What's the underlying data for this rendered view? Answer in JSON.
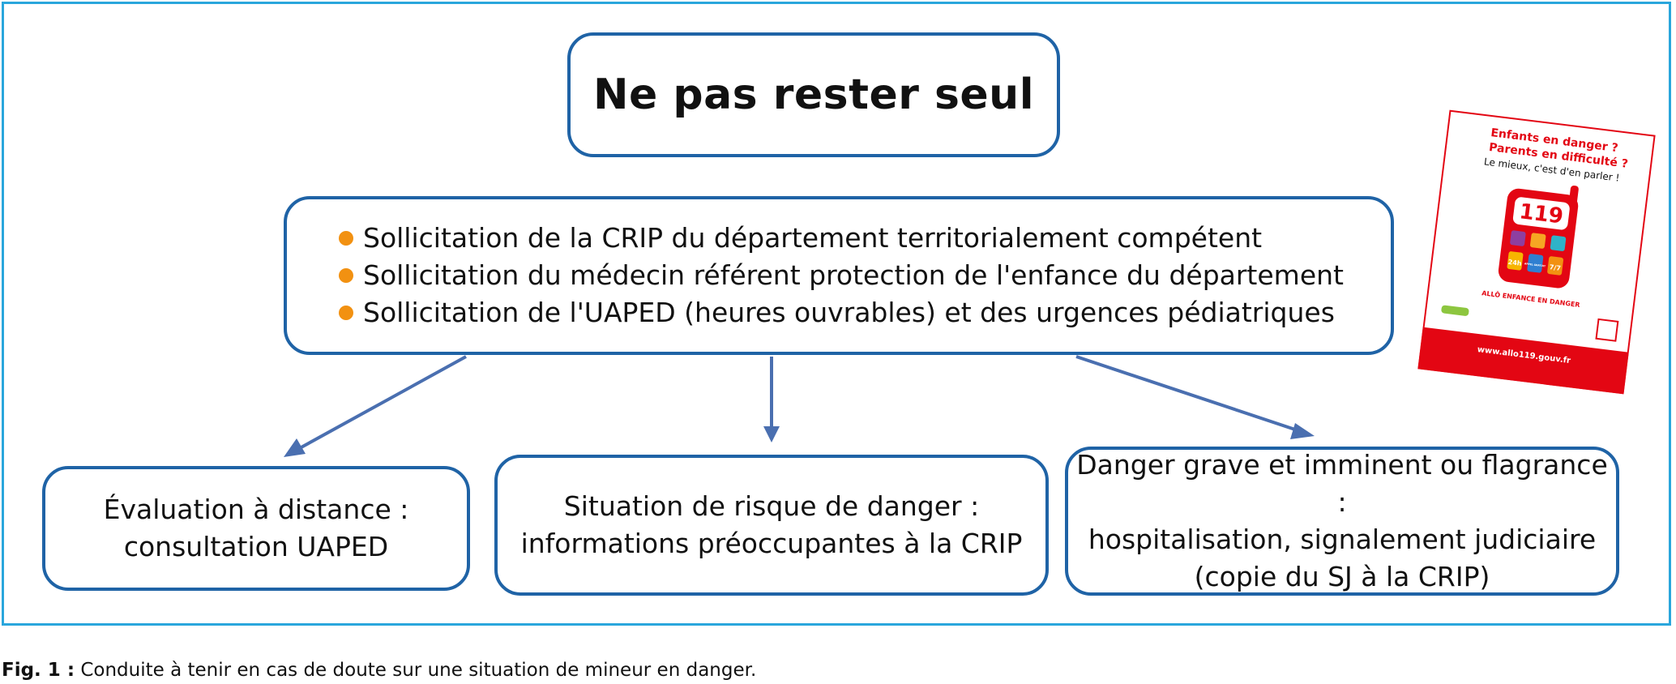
{
  "title": "Ne pas rester seul",
  "bullets": [
    "Sollicitation de la CRIP du département territorialement compétent",
    "Sollicitation du médecin référent protection de l'enfance du département",
    "Sollicitation de l'UAPED (heures ouvrables) et des urgences pédiatriques"
  ],
  "outcomes": {
    "left": "Évaluation à distance :\nconsultation UAPED",
    "center": "Situation de risque de danger :\ninformations préoccupantes à la CRIP",
    "right": "Danger grave et imminent ou flagrance :\nhospitalisation, signalement judiciaire\n(copie du SJ à la CRIP)"
  },
  "poster": {
    "headline_1": "Enfants en danger ?",
    "headline_2": "Parents en difficulté ?",
    "tagline": "Le mieux, c'est d'en parler !",
    "number": "119",
    "tile_24": "24h",
    "tile_appel": "APPEL GRATUIT",
    "tile_7": "7/7",
    "service_name": "ALLÔ ENFANCE EN DANGER",
    "url": "www.allo119.gouv.fr"
  },
  "caption": {
    "label": "Fig. 1 :",
    "text": " Conduite à tenir en cas de doute sur une situation de mineur en danger."
  },
  "colors": {
    "box_border": "#1f63a6",
    "frame_border": "#2aa6dc",
    "arrow": "#4a6fb0",
    "bullet": "#f29111",
    "poster_red": "#e30613"
  }
}
